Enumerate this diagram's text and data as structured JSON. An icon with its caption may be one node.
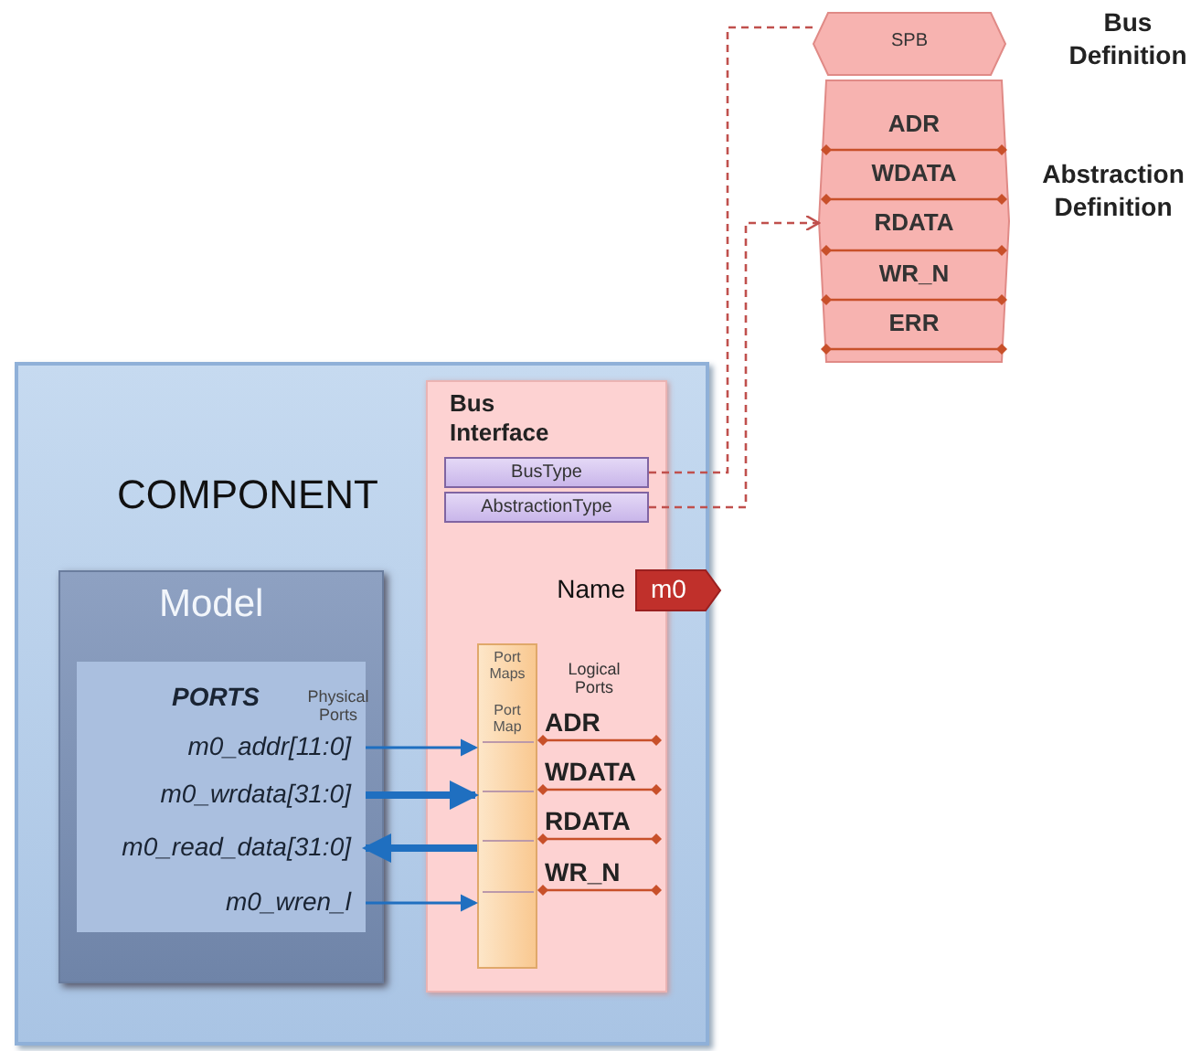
{
  "diagram": {
    "nodes": [
      {
        "text": [
          "COMPONENT"
        ]
      },
      {
        "text": [
          "Model"
        ],
        "in": 0
      },
      {
        "text": [
          "PORTS"
        ],
        "in": 1
      },
      {
        "text": [
          "m0_addr[11:0]"
        ],
        "in": 2
      },
      {
        "text": [
          "m0_wrdata[31:0]"
        ],
        "in": 2
      },
      {
        "text": [
          "m0_read_data[31:0]"
        ],
        "in": 2
      },
      {
        "text": [
          "m0_wren_l"
        ],
        "in": 2
      },
      {
        "text": [
          "Bus Interface"
        ],
        "in": 0
      },
      {
        "text": [
          "BusType"
        ],
        "in": 7
      },
      {
        "text": [
          "AbstractionType"
        ],
        "in": 7
      },
      {
        "text": [
          "m0"
        ],
        "beside": [
          "Name"
        ]
      },
      {
        "text": [
          "Port Maps",
          "Port Map"
        ],
        "in": 7
      },
      {
        "text": [
          "ADR"
        ],
        "in": 7
      },
      {
        "text": [
          "WDATA"
        ],
        "in": 7
      },
      {
        "text": [
          "RDATA"
        ],
        "in": 7
      },
      {
        "text": [
          "WR_N"
        ],
        "in": 7
      },
      {
        "text": [
          "SPB"
        ],
        "beside": [
          "Bus Definition"
        ]
      },
      {
        "text": [],
        "shape": "box",
        "beside": [
          "Abstraction Definition"
        ]
      },
      {
        "text": [
          "ADR"
        ],
        "in": 17
      },
      {
        "text": [
          "WDATA"
        ],
        "in": 17
      },
      {
        "text": [
          "RDATA"
        ],
        "in": 17
      },
      {
        "text": [
          "WR_N"
        ],
        "in": 17
      },
      {
        "text": [
          "ERR"
        ],
        "in": 17
      }
    ],
    "edges": [
      {
        "from": 3,
        "to": 11,
        "arrow": "to",
        "color": "#1f6fc0"
      },
      {
        "from": 4,
        "to": 11,
        "arrow": "to",
        "style": "thick",
        "color": "#1f6fc0"
      },
      {
        "from": 11,
        "to": 5,
        "arrow": "to",
        "style": "thick",
        "color": "#1f6fc0"
      },
      {
        "from": 6,
        "to": 11,
        "arrow": "to",
        "color": "#1f6fc0"
      },
      {
        "from": 8,
        "to": 16,
        "arrow": "none",
        "style": "dashed",
        "color": "#c0504d"
      },
      {
        "from": 9,
        "to": 17,
        "arrow": "to",
        "style": "dashed",
        "color": "#c0504d"
      }
    ],
    "labels": [
      "Physical Ports",
      "Logical Ports"
    ]
  }
}
